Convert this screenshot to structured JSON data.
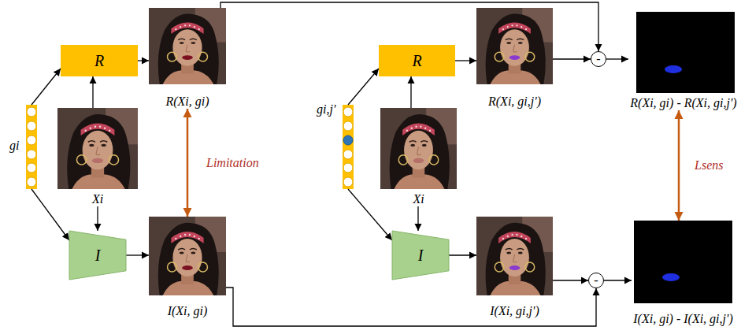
{
  "diagram": {
    "nodes": [
      {
        "text": [
          "gi"
        ]
      },
      {
        "text": [
          "R"
        ]
      },
      {
        "text": [
          "R(Xi, gi)"
        ]
      },
      {
        "text": [
          "Xi"
        ]
      },
      {
        "text": [
          "I"
        ]
      },
      {
        "text": [
          "I(Xi, gi)"
        ]
      },
      {
        "text": [
          "gi,j'"
        ]
      },
      {
        "text": [
          "R"
        ]
      },
      {
        "text": [
          "R(Xi, gi,j')"
        ]
      },
      {
        "text": [
          "Xi"
        ]
      },
      {
        "text": [
          "I"
        ]
      },
      {
        "text": [
          "I(Xi, gi,j')"
        ]
      },
      {
        "text": [
          "-"
        ]
      },
      {
        "text": [
          "-"
        ]
      },
      {
        "text": [
          "R(Xi, gi) - R(Xi, gi,j')"
        ]
      },
      {
        "text": [
          "I(Xi, gi) - I(Xi, gi,j')"
        ]
      }
    ],
    "edges": [
      {
        "from": 0,
        "to": 1,
        "arrow": "to"
      },
      {
        "from": 0,
        "to": 4,
        "arrow": "to"
      },
      {
        "from": 3,
        "to": 1,
        "arrow": "to"
      },
      {
        "from": 3,
        "to": 4,
        "arrow": "to"
      },
      {
        "from": 1,
        "to": 2,
        "arrow": "to"
      },
      {
        "from": 4,
        "to": 5,
        "arrow": "to"
      },
      {
        "from": 2,
        "to": 5,
        "label": "Limitation",
        "arrow": "both"
      },
      {
        "from": 6,
        "to": 7,
        "arrow": "to"
      },
      {
        "from": 6,
        "to": 10,
        "arrow": "to"
      },
      {
        "from": 9,
        "to": 7,
        "arrow": "to"
      },
      {
        "from": 9,
        "to": 10,
        "arrow": "to"
      },
      {
        "from": 7,
        "to": 8,
        "arrow": "to"
      },
      {
        "from": 10,
        "to": 11,
        "arrow": "to"
      },
      {
        "from": 2,
        "to": 12,
        "arrow": "to"
      },
      {
        "from": 8,
        "to": 12,
        "arrow": "to"
      },
      {
        "from": 12,
        "to": 14,
        "arrow": "to"
      },
      {
        "from": 5,
        "to": 13,
        "arrow": "to"
      },
      {
        "from": 11,
        "to": 13,
        "arrow": "to"
      },
      {
        "from": 13,
        "to": 15,
        "arrow": "to"
      },
      {
        "from": 14,
        "to": 15,
        "label": "Lsens",
        "arrow": "both"
      }
    ]
  }
}
